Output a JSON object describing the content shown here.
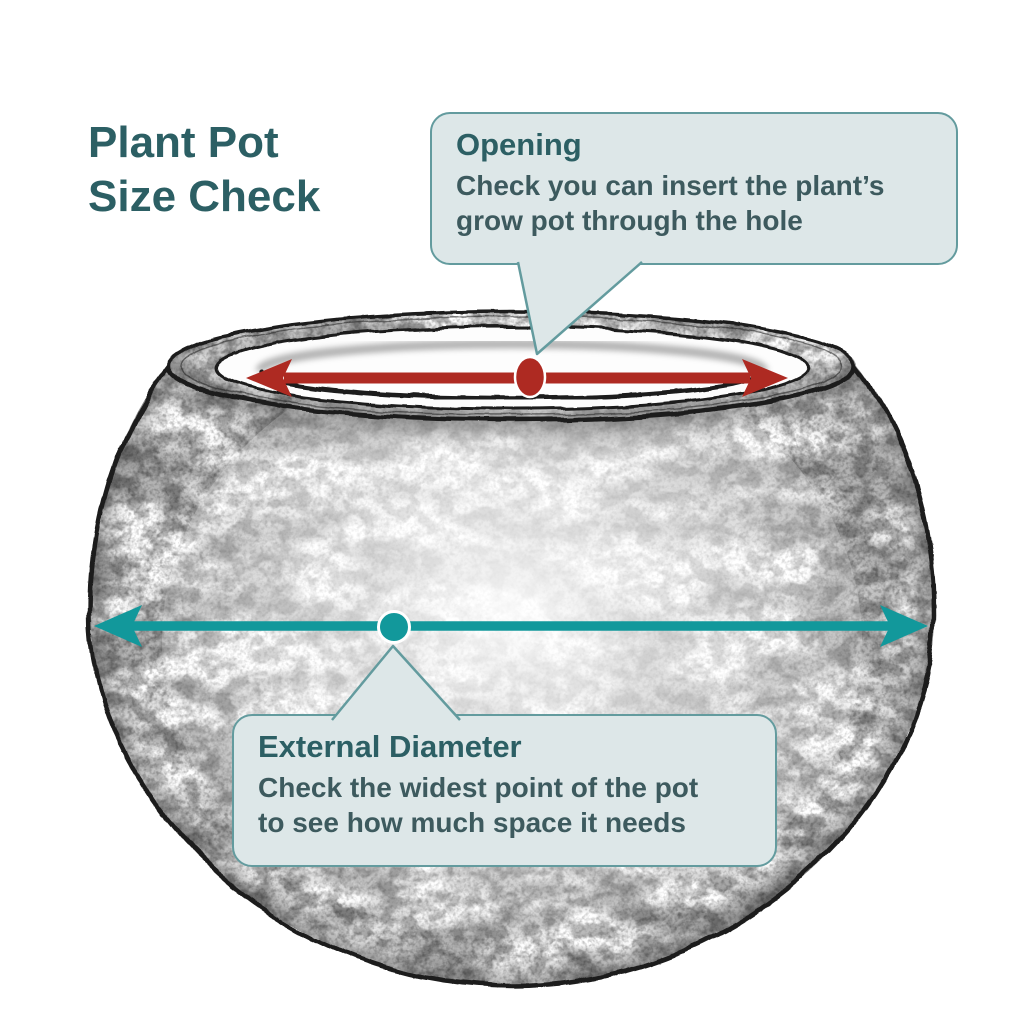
{
  "title": {
    "line1": "Plant Pot",
    "line2": "Size Check"
  },
  "callouts": {
    "opening": {
      "heading": "Opening",
      "body_line1": "Check you can insert the plant’s",
      "body_line2": "grow pot through the hole"
    },
    "external_diameter": {
      "heading": "External Diameter",
      "body_line1": "Check the widest point of the pot",
      "body_line2": "to see how much space it needs"
    }
  },
  "icons": {
    "opening-arrow": "double-headed-horizontal-arrow",
    "opening-marker": "red-oval-dot",
    "external-diameter-arrow": "double-headed-horizontal-arrow",
    "external-marker": "teal-round-dot"
  },
  "colors": {
    "heading-teal": "#2C5F64",
    "body-text": "#3D5A5E",
    "callout-bg": "#DDE7E8",
    "callout-border": "#639B9E",
    "arrow-red": "#AE2A22",
    "arrow-teal": "#12989B",
    "ink": "#1B1B1B"
  }
}
